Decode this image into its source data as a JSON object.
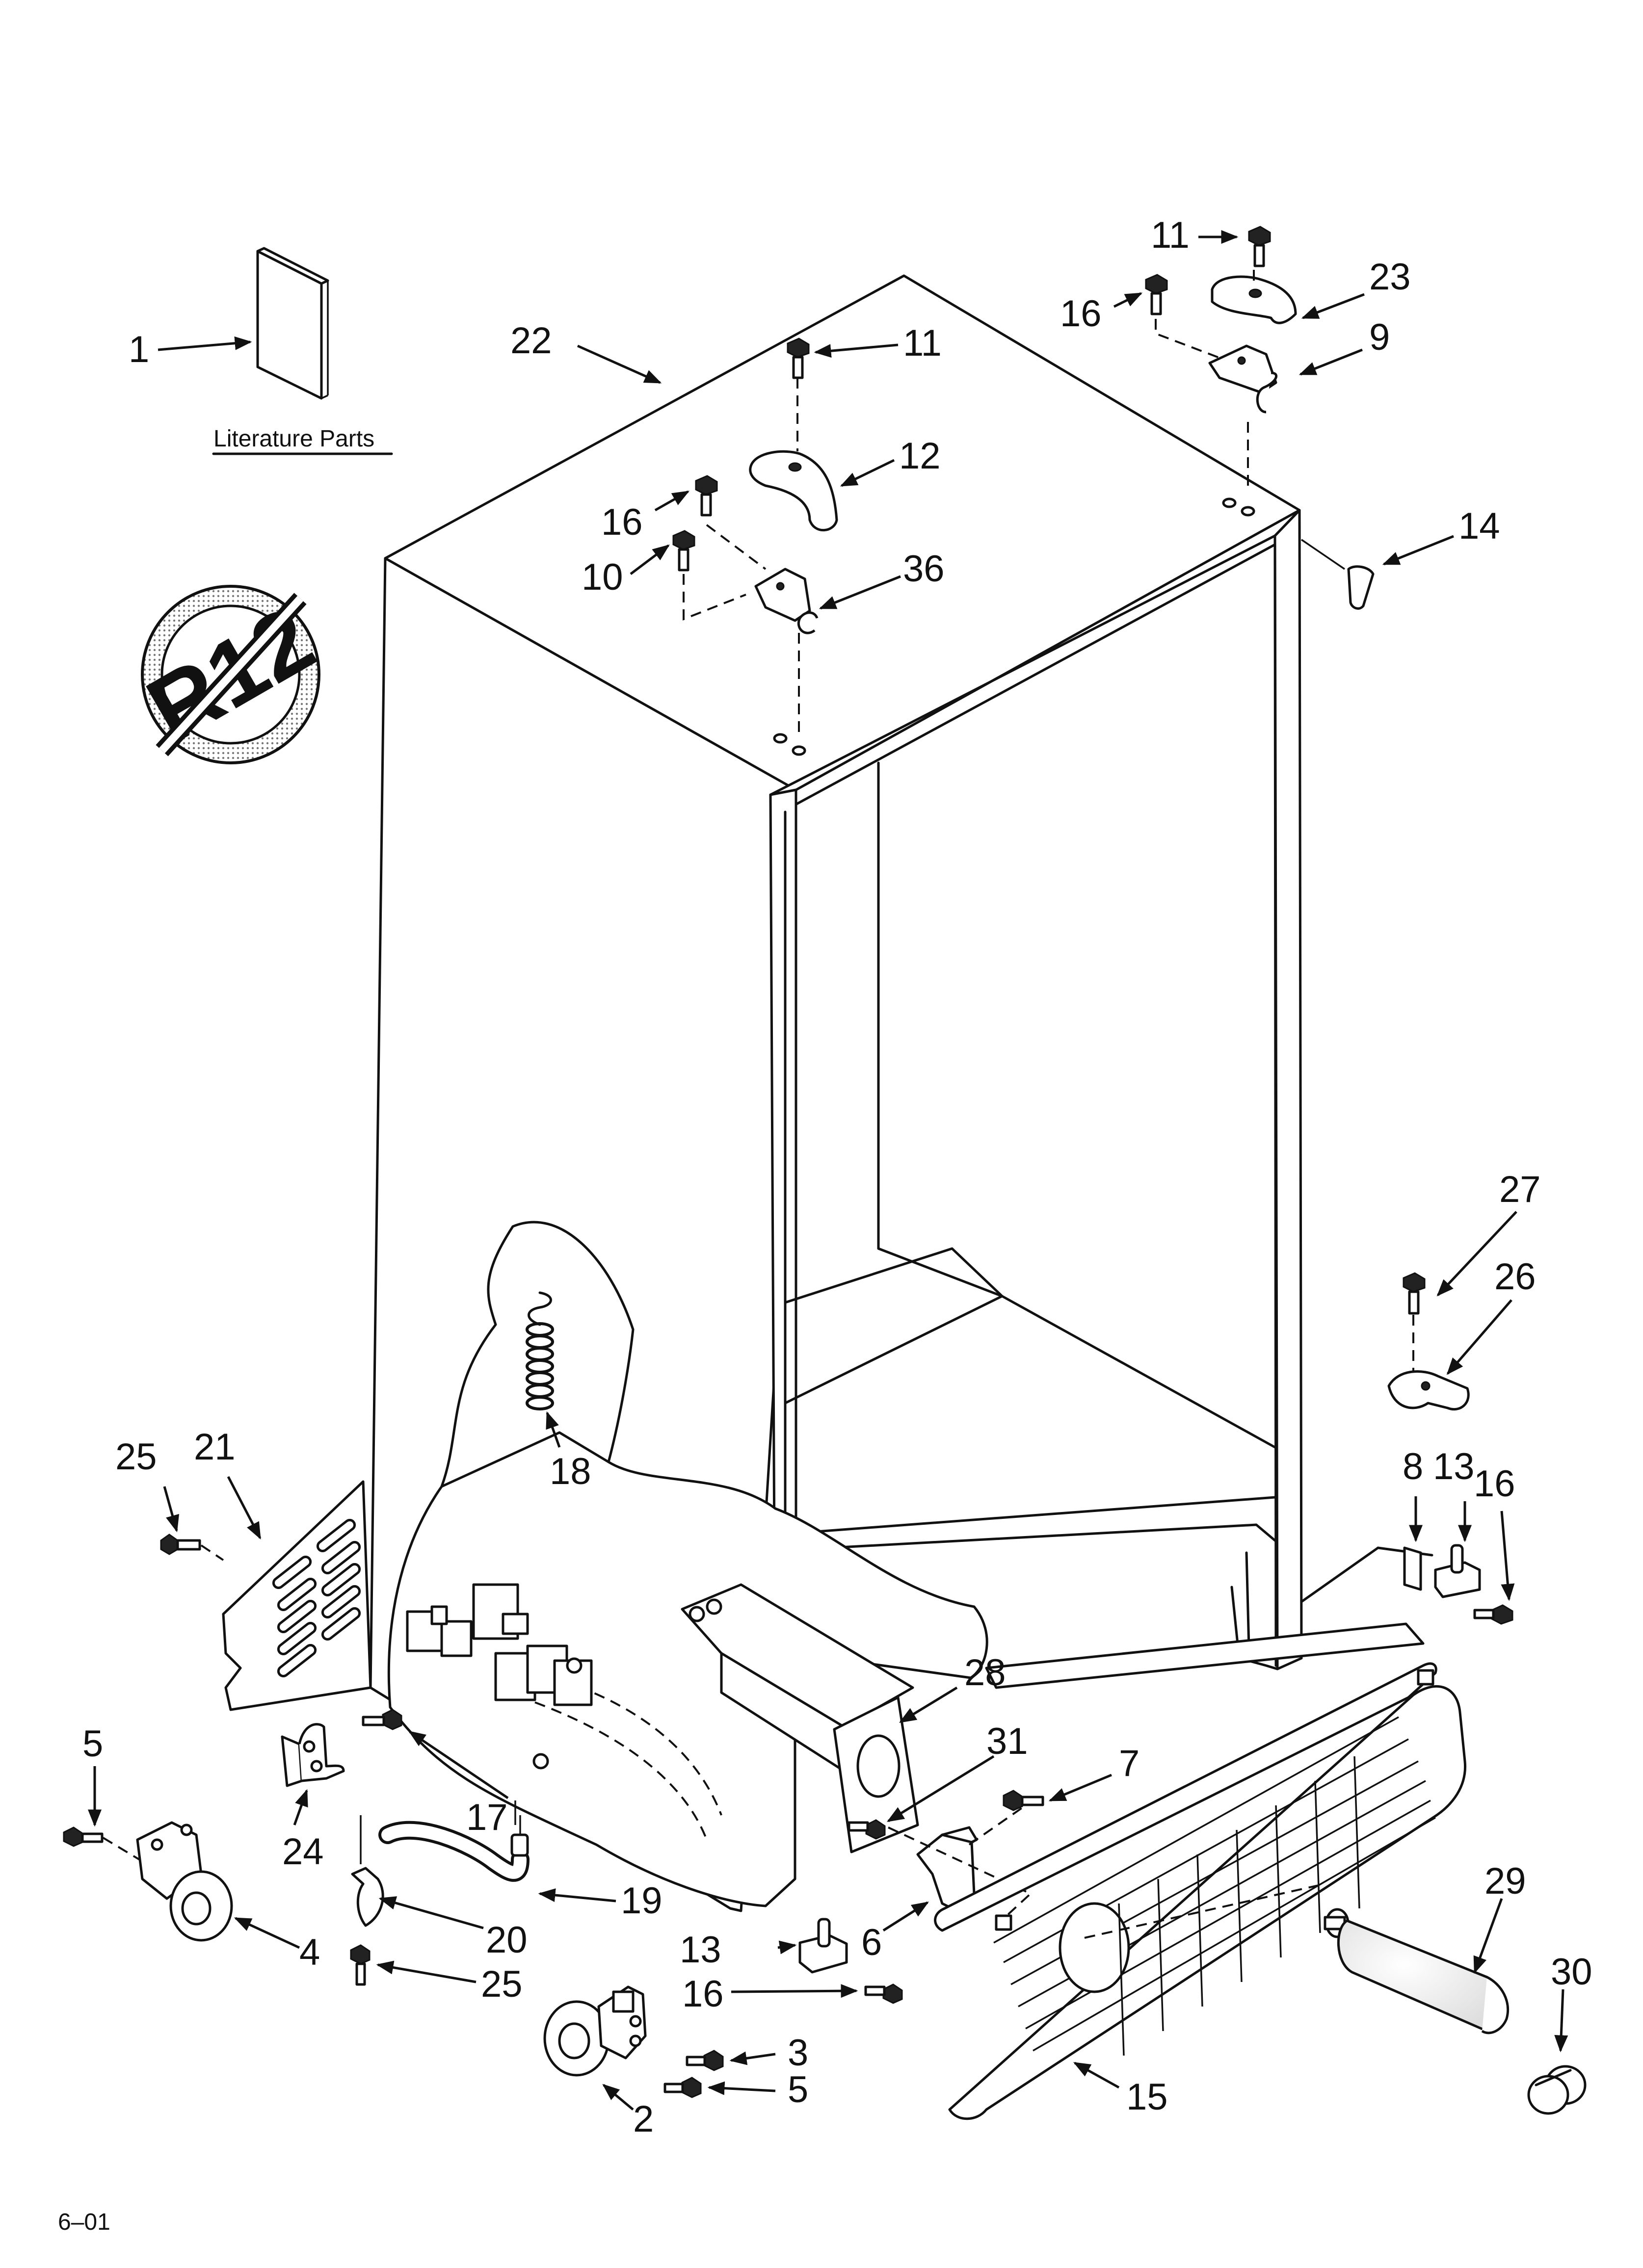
{
  "literature": {
    "label": "Literature Parts"
  },
  "badge": {
    "text": "R12"
  },
  "footer": {
    "code": "6–01"
  },
  "callouts": {
    "c1": "1",
    "c2": "2",
    "c3": "3",
    "c4": "4",
    "c5a": "5",
    "c5b": "5",
    "c6": "6",
    "c7": "7",
    "c8": "8",
    "c9": "9",
    "c10": "10",
    "c11a": "11",
    "c11b": "11",
    "c12": "12",
    "c13a": "13",
    "c13b": "13",
    "c14": "14",
    "c15": "15",
    "c16a": "16",
    "c16b": "16",
    "c16c": "16",
    "c16d": "16",
    "c17": "17",
    "c18": "18",
    "c19": "19",
    "c20": "20",
    "c21": "21",
    "c22": "22",
    "c23": "23",
    "c24": "24",
    "c25a": "25",
    "c25b": "25",
    "c26": "26",
    "c27": "27",
    "c28": "28",
    "c29": "29",
    "c30": "30",
    "c31": "31",
    "c36": "36"
  }
}
